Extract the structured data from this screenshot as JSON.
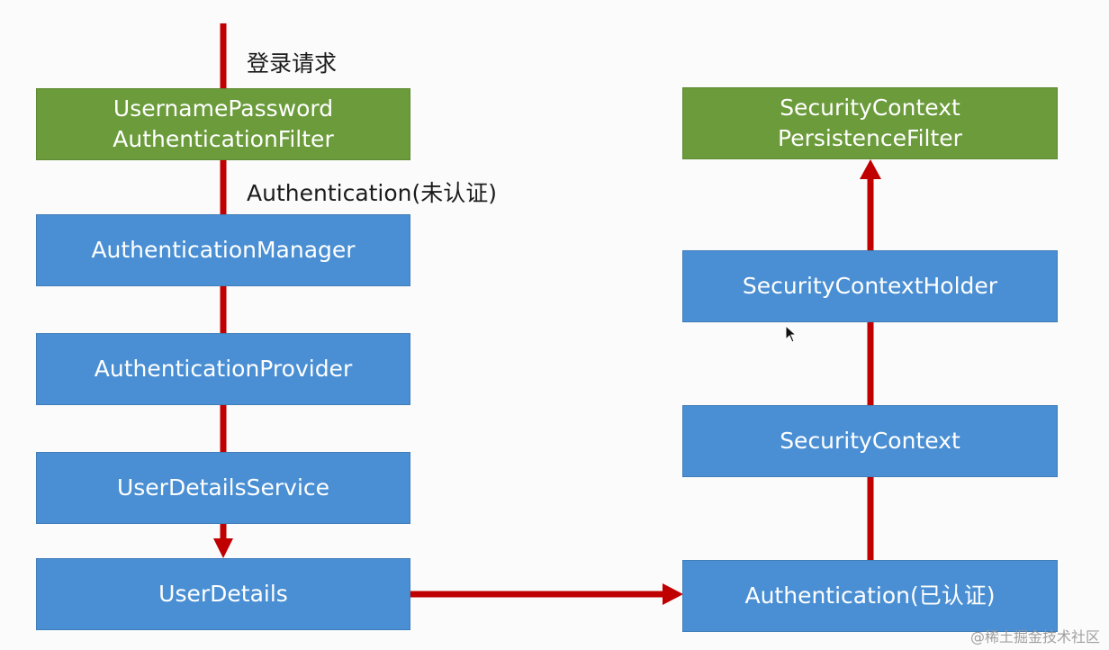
{
  "labels": {
    "login_request": "登录请求",
    "unauthenticated": "Authentication(未认证)"
  },
  "left_column": {
    "filter": {
      "line1": "UsernamePassword",
      "line2": "AuthenticationFilter"
    },
    "manager": "AuthenticationManager",
    "provider": "AuthenticationProvider",
    "user_details_service": "UserDetailsService",
    "user_details": "UserDetails"
  },
  "right_column": {
    "persistence_filter": {
      "line1": "SecurityContext",
      "line2": "PersistenceFilter"
    },
    "context_holder": "SecurityContextHolder",
    "context": "SecurityContext",
    "authenticated": "Authentication(已认证)"
  },
  "watermark": "@稀土掘金技术社区",
  "colors": {
    "green_box": "#6b9b3b",
    "blue_box": "#4a8fd3",
    "arrow": "#c00000"
  }
}
